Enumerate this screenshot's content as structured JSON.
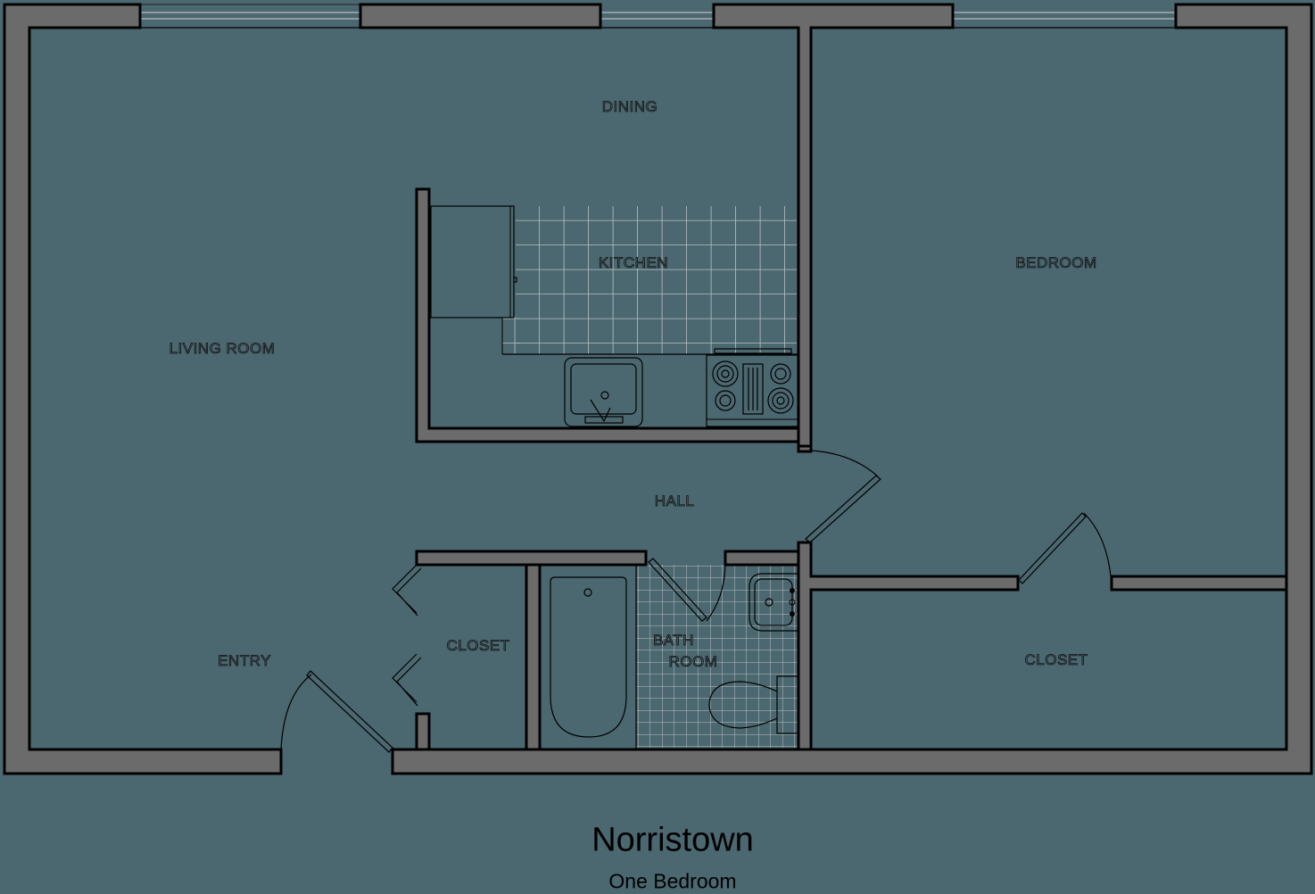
{
  "plan": {
    "title": "Norristown",
    "subtitle": "One Bedroom",
    "colors": {
      "background": "#4b6770",
      "wall_fill": "#6b6b6b",
      "wall_stroke": "#000000",
      "tile_lines": "#b8c0c2"
    }
  },
  "rooms": {
    "dining": "DINING",
    "kitchen": "KITCHEN",
    "living_room": "LIVING ROOM",
    "bedroom": "BEDROOM",
    "hall": "HALL",
    "entry": "ENTRY",
    "closet_left": "CLOSET",
    "bath_line1": "BATH",
    "bath_line2": "ROOM",
    "closet_right": "CLOSET"
  }
}
